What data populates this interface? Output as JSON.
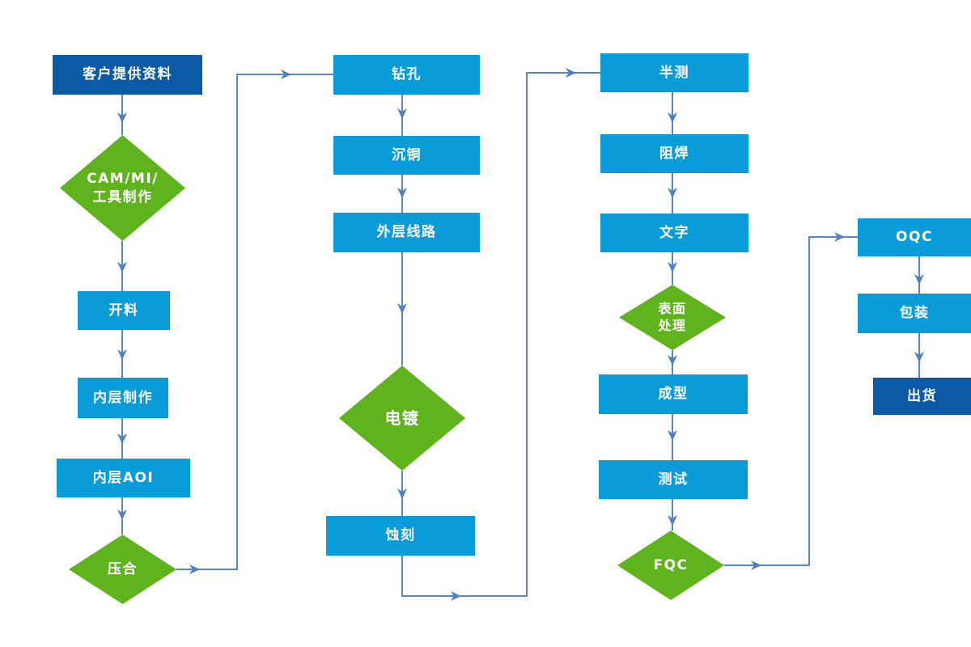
{
  "colors": {
    "process_box": "#0a9cd8",
    "terminal_box": "#0b5aa5",
    "decision_diamond": "#5fb41e",
    "connector_line": "#5b87c1",
    "arrowhead": "#517fc0",
    "text": "#ffffff",
    "background": "#ffffff"
  },
  "flowchart": {
    "stage1": {
      "customer": "客户提供资料",
      "cam_line1": "CAM/MI/",
      "cam_line2": "工具制作",
      "cutting": "开料",
      "inner_layer": "内层制作",
      "inner_aoi": "内层AOI",
      "lamination": "压合"
    },
    "stage2": {
      "drilling": "钻孔",
      "copper_deposition": "沉铜",
      "outer_circuit": "外层线路",
      "plating": "电镀",
      "etching": "蚀刻"
    },
    "stage3": {
      "half_test": "半测",
      "solder_mask": "阻焊",
      "silkscreen": "文字",
      "surface_line1": "表面",
      "surface_line2": "处理",
      "forming": "成型",
      "testing": "测试",
      "fqc": "FQC"
    },
    "stage4": {
      "oqc": "OQC",
      "packaging": "包装",
      "shipping": "出货"
    }
  }
}
